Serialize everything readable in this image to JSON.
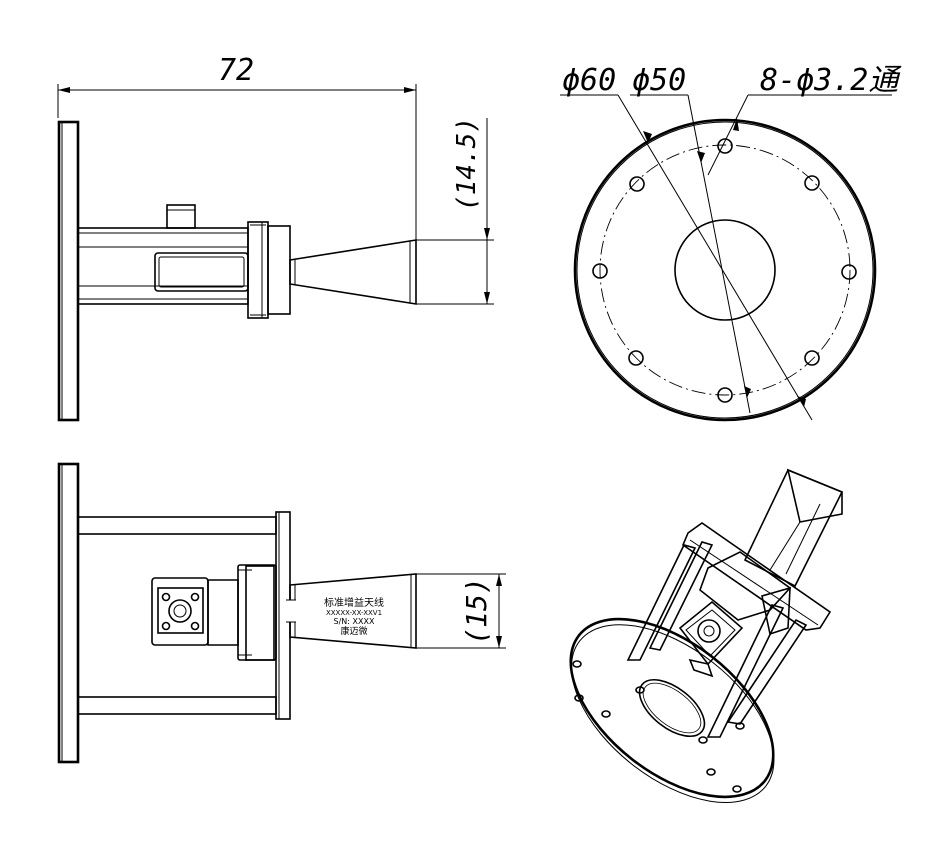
{
  "dimensions": {
    "overall_length": "72",
    "height_side_view": "(14.5)",
    "height_bottom_view": "(15)",
    "flange_outer_diameter": "ϕ60",
    "flange_pitch_diameter": "ϕ50",
    "mounting_holes": "8-ϕ3.2通"
  },
  "horn_label": {
    "line1": "标准增益天线",
    "line2": "XXXXX-XX-XXV1",
    "line3": "S/N:  XXXX",
    "line4": "康迈微"
  },
  "colors": {
    "line": "#000000",
    "background": "#ffffff"
  }
}
